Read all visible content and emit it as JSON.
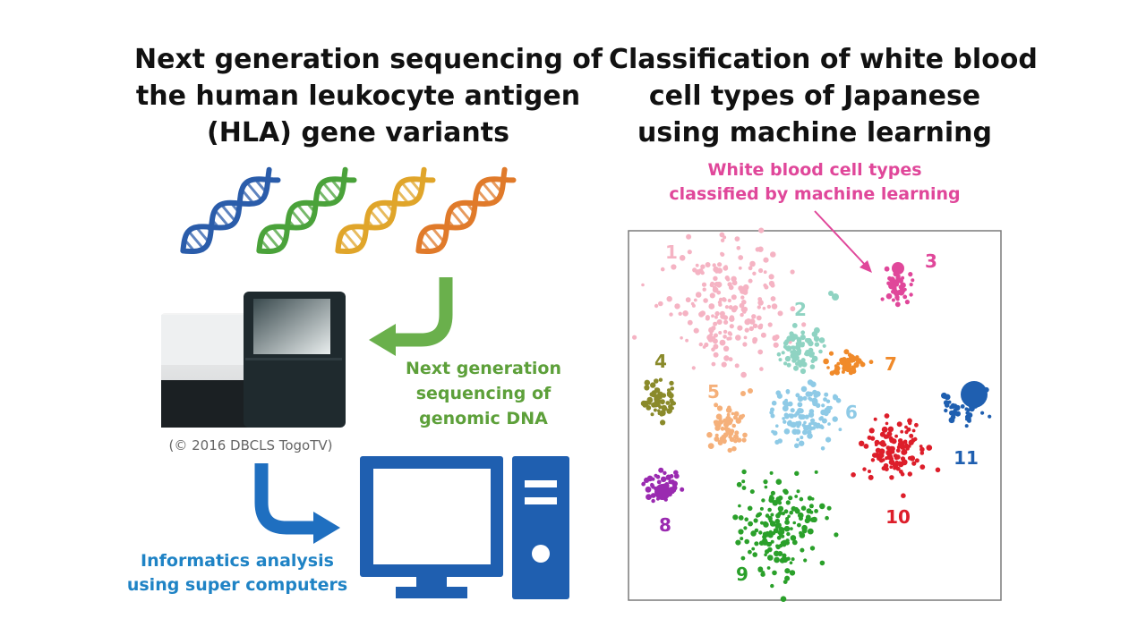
{
  "left_title": [
    "Next generation sequencing of",
    "the human leukocyte antigen",
    "(HLA) gene variants"
  ],
  "right_title": [
    "Classification of white blood",
    "cell types of Japanese",
    "using machine learning"
  ],
  "annotation": [
    "White blood cell types",
    "classified by machine learning"
  ],
  "ngs_label": [
    "Next generation",
    "sequencing of",
    "genomic DNA"
  ],
  "credit": "(© 2016 DBCLS TogoTV)",
  "informatics_label": [
    "Informatics analysis",
    "using super computers"
  ],
  "icons": [
    "dna-icon",
    "sequencer-icon",
    "computer-icon",
    "arrow-icon"
  ],
  "colors": {
    "dna": [
      "#2a5caa",
      "#4aa23a",
      "#e0a52a",
      "#e07a2a"
    ],
    "green_arrow": "#6ab04c",
    "blue": "#1f6fc0",
    "annotation": "#e0479a"
  },
  "chart_data": {
    "type": "scatter",
    "clusters": [
      {
        "label": "1",
        "color": "#f5b3c3"
      },
      {
        "label": "2",
        "color": "#8fd3c2"
      },
      {
        "label": "3",
        "color": "#e0479a"
      },
      {
        "label": "4",
        "color": "#8a8a2a"
      },
      {
        "label": "5",
        "color": "#f5b07a"
      },
      {
        "label": "6",
        "color": "#8ecae6"
      },
      {
        "label": "7",
        "color": "#f08a2a"
      },
      {
        "label": "8",
        "color": "#9a2ab0"
      },
      {
        "label": "9",
        "color": "#2aa02a"
      },
      {
        "label": "10",
        "color": "#dd1e2a"
      },
      {
        "label": "11",
        "color": "#1f5fb0"
      }
    ]
  }
}
